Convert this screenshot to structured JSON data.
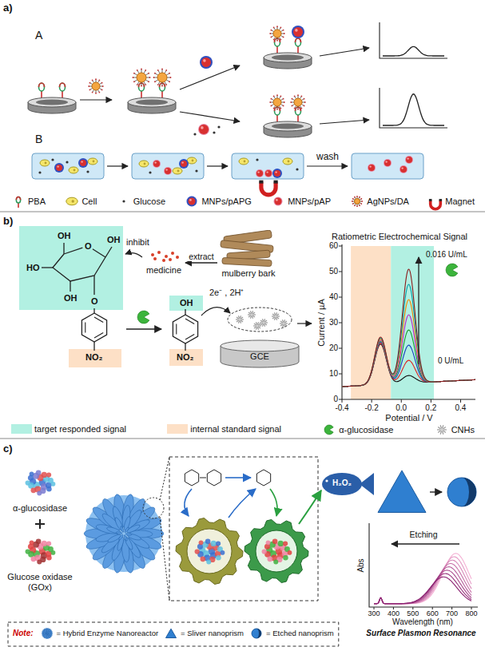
{
  "diagram": {
    "nodes": [
      {
        "text": [
          "medicine"
        ]
      },
      {
        "text": [
          "mulberry bark"
        ]
      },
      {
        "text": [
          "GCE"
        ]
      }
    ],
    "edges": [
      {
        "from": 1,
        "to": 0,
        "label": "extract",
        "arrow": "to"
      }
    ],
    "labels": [
      "a)",
      "A",
      "B",
      "wash",
      "b)",
      "HO",
      "OH",
      "OH",
      "OH",
      "O",
      "O",
      "NO₂",
      "inhibit",
      "OH",
      "NO₂",
      "2e⁻ , 2H⁺",
      "Ratiometric Electrochemical Signal",
      "Current / µA",
      "Potential / V",
      "60",
      "50",
      "40",
      "30",
      "20",
      "10",
      "0",
      "-0.4",
      "-0.2",
      "0.0",
      "0.2",
      "0.4",
      "0.016 U/mL",
      "0 U/mL",
      "c)",
      "α-glucosidase",
      "Glucose oxidase (GOx)",
      "H₂O₂",
      "Etching",
      "Abs",
      "Wavelength (nm)",
      "Surface Plasmon Resonance",
      "Note:",
      "300",
      "400",
      "500",
      "600",
      "700",
      "800"
    ],
    "legend": [
      {
        "text": "PBA"
      },
      {
        "text": "Cell"
      },
      {
        "text": "Glucose"
      },
      {
        "text": "MNPs/pAPG"
      },
      {
        "text": "MNPs/pAP"
      },
      {
        "text": "AgNPs/DA"
      },
      {
        "text": "Magnet"
      },
      {
        "text": "target responded signal",
        "color": "#b2f0e2"
      },
      {
        "text": "internal standard signal",
        "color": "#fde0c6"
      },
      {
        "text": "α-glucosidase"
      },
      {
        "text": "CNHs"
      },
      {
        "text": "= Hybrid Enzyme Nanoreactor"
      },
      {
        "text": "= Sliver nanoprism"
      },
      {
        "text": "= Etched nanoprism"
      }
    ]
  }
}
